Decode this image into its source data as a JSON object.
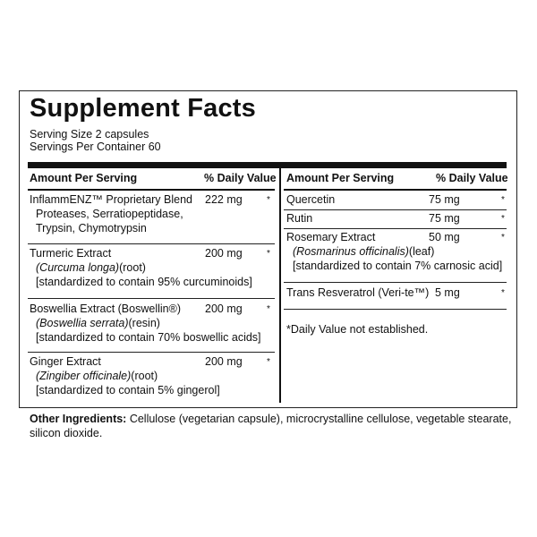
{
  "title": "Supplement Facts",
  "serving_size": "Serving Size 2 capsules",
  "servings_per_container": "Servings Per Container 60",
  "headers": {
    "amount": "Amount Per Serving",
    "dv": "% Daily Value"
  },
  "left_rows": [
    {
      "name": "InflammENZ™ Proprietary Blend",
      "amount": "222 mg",
      "dv": "*",
      "lines": [
        "Proteases, Serratiopeptidase,",
        "Trypsin, Chymotrypsin"
      ]
    },
    {
      "name": "Turmeric Extract",
      "amount": "200 mg",
      "dv": "*",
      "latin": "(Curcuma longa)",
      "part": "(root)",
      "std": "[standardized to contain 95% curcuminoids]"
    },
    {
      "name": "Boswellia Extract (Boswellin®)",
      "amount": "200 mg",
      "dv": "*",
      "latin": "(Boswellia serrata)",
      "part": "(resin)",
      "std": "[standardized to contain 70% boswellic acids]"
    },
    {
      "name": "Ginger Extract",
      "amount": "200 mg",
      "dv": "*",
      "latin": "(Zingiber officinale)",
      "part": "(root)",
      "std": "[standardized to contain 5% gingerol]"
    }
  ],
  "right_rows": [
    {
      "name": "Quercetin",
      "amount": "75 mg",
      "dv": "*"
    },
    {
      "name": "Rutin",
      "amount": "75 mg",
      "dv": "*"
    },
    {
      "name": "Rosemary Extract",
      "amount": "50 mg",
      "dv": "*",
      "latin": "(Rosmarinus officinalis)",
      "part": "(leaf)",
      "std": "[standardized to contain 7% carnosic acid]"
    },
    {
      "name": "Trans Resveratrol (Veri-te™)",
      "amount": "5 mg",
      "dv": "*"
    }
  ],
  "footnote": "*Daily Value not established.",
  "other_label": "Other Ingredients:",
  "other_text": " Cellulose (vegetarian capsule), microcrystalline cellulose, vegetable stearate, silicon dioxide."
}
